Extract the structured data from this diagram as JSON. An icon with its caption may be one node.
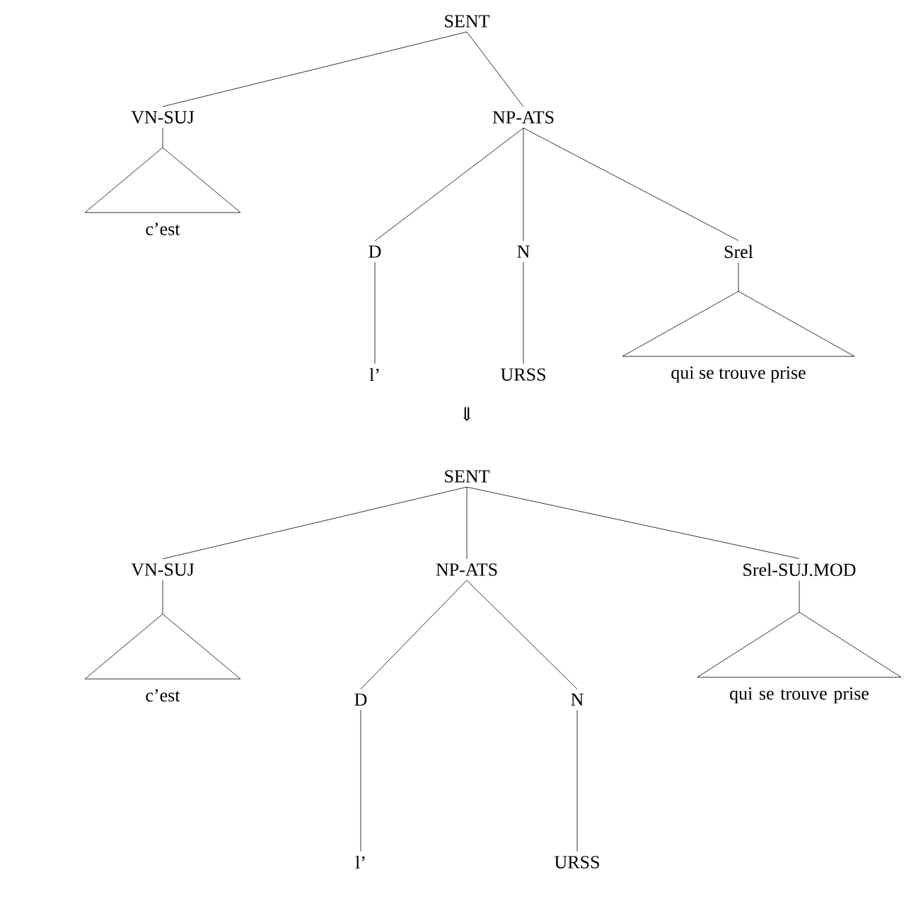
{
  "diagram": {
    "nodes": [
      {
        "text": [
          "SENT"
        ]
      },
      {
        "text": [
          "VN-SUJ"
        ]
      },
      {
        "text": [
          "NP-ATS"
        ]
      },
      {
        "text": [
          "c’est"
        ]
      },
      {
        "text": [
          "D"
        ]
      },
      {
        "text": [
          "N"
        ]
      },
      {
        "text": [
          "Srel"
        ]
      },
      {
        "text": [
          "l’"
        ]
      },
      {
        "text": [
          "URSS"
        ]
      },
      {
        "text": [
          "qui se trouve prise"
        ]
      },
      {
        "text": [
          "SENT"
        ]
      },
      {
        "text": [
          "VN-SUJ"
        ]
      },
      {
        "text": [
          "NP-ATS"
        ]
      },
      {
        "text": [
          "Srel-SUJ.MOD"
        ]
      },
      {
        "text": [
          "c’est"
        ]
      },
      {
        "text": [
          "D"
        ]
      },
      {
        "text": [
          "N"
        ]
      },
      {
        "text": [
          "qui se trouve prise"
        ]
      },
      {
        "text": [
          "l’"
        ]
      },
      {
        "text": [
          "URSS"
        ]
      }
    ],
    "edges": [
      {
        "from": 0,
        "to": 1,
        "arrow": "none"
      },
      {
        "from": 0,
        "to": 2,
        "arrow": "none"
      },
      {
        "from": 1,
        "to": 3,
        "arrow": "none"
      },
      {
        "from": 2,
        "to": 4,
        "arrow": "none"
      },
      {
        "from": 2,
        "to": 5,
        "arrow": "none"
      },
      {
        "from": 2,
        "to": 6,
        "arrow": "none"
      },
      {
        "from": 4,
        "to": 7,
        "arrow": "none"
      },
      {
        "from": 5,
        "to": 8,
        "arrow": "none"
      },
      {
        "from": 6,
        "to": 9,
        "arrow": "none"
      },
      {
        "from": 10,
        "to": 11,
        "arrow": "none"
      },
      {
        "from": 10,
        "to": 12,
        "arrow": "none"
      },
      {
        "from": 10,
        "to": 13,
        "arrow": "none"
      },
      {
        "from": 11,
        "to": 14,
        "arrow": "none"
      },
      {
        "from": 12,
        "to": 15,
        "arrow": "none"
      },
      {
        "from": 12,
        "to": 16,
        "arrow": "none"
      },
      {
        "from": 13,
        "to": 17,
        "arrow": "none"
      },
      {
        "from": 15,
        "to": 18,
        "arrow": "none"
      },
      {
        "from": 16,
        "to": 19,
        "arrow": "none"
      }
    ],
    "labels": [
      "⇓"
    ]
  }
}
